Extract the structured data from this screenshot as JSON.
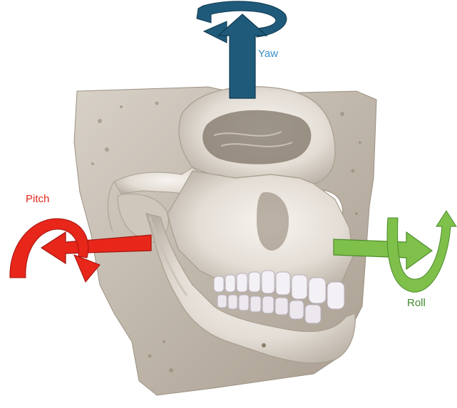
{
  "labels": {
    "yaw": "Yaw",
    "pitch": "Pitch",
    "roll": "Roll"
  },
  "colors": {
    "yaw": "#1f5a7a",
    "yaw_text": "#3a8fc4",
    "pitch": "#e8261a",
    "pitch_text": "#e8261a",
    "roll": "#7ec04a",
    "roll_text": "#3f8a2e",
    "bone": "#e9e4dd"
  },
  "icons": {
    "skull": "skull-3d-render",
    "yaw": "rotate-around-vertical-axis",
    "pitch": "rotate-around-lateral-axis",
    "roll": "rotate-around-longitudinal-axis"
  }
}
